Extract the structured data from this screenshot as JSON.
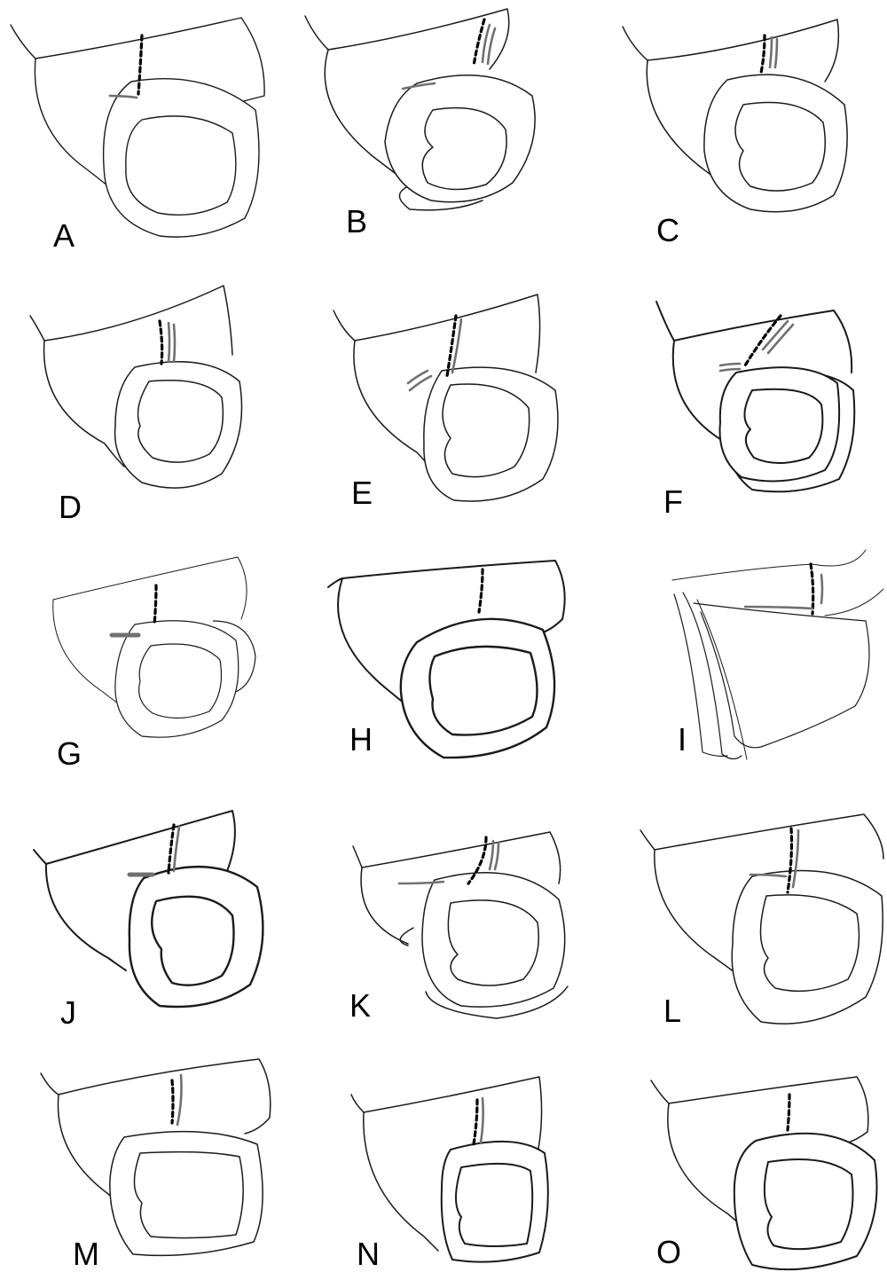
{
  "figure": {
    "panels": [
      {
        "id": "A",
        "label": "A"
      },
      {
        "id": "B",
        "label": "B"
      },
      {
        "id": "C",
        "label": "C"
      },
      {
        "id": "D",
        "label": "D"
      },
      {
        "id": "E",
        "label": "E"
      },
      {
        "id": "F",
        "label": "F"
      },
      {
        "id": "G",
        "label": "G"
      },
      {
        "id": "H",
        "label": "H"
      },
      {
        "id": "I",
        "label": "I"
      },
      {
        "id": "J",
        "label": "J"
      },
      {
        "id": "K",
        "label": "K"
      },
      {
        "id": "L",
        "label": "L"
      },
      {
        "id": "M",
        "label": "M"
      },
      {
        "id": "N",
        "label": "N"
      },
      {
        "id": "O",
        "label": "O"
      }
    ],
    "colors": {
      "line": "#1a1a1a",
      "suture": "#000000",
      "mark": "#707070",
      "background": "#ffffff"
    }
  }
}
